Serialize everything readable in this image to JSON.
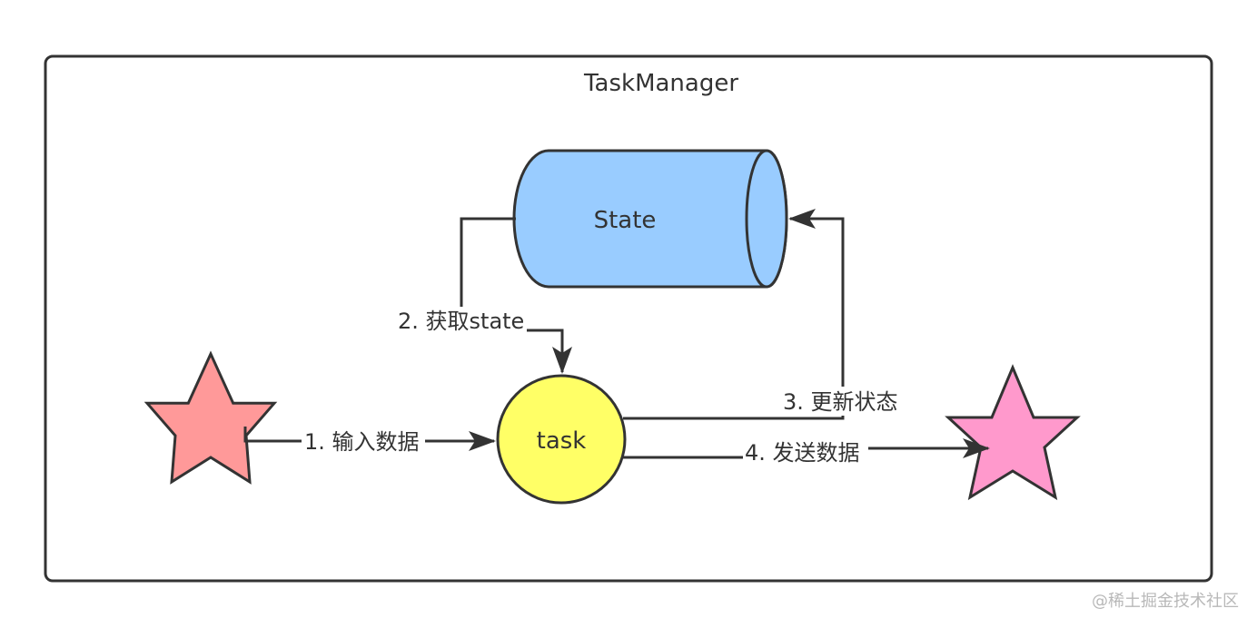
{
  "container": {
    "title": "TaskManager"
  },
  "nodes": {
    "state": {
      "label": "State",
      "fill": "#99ccff"
    },
    "task": {
      "label": "task",
      "fill": "#ffff66"
    },
    "source": {
      "fill": "#ff9999"
    },
    "sink": {
      "fill": "#ff99cc"
    }
  },
  "edges": {
    "input": {
      "label": "1. 输入数据"
    },
    "get_state": {
      "label": "2. 获取state"
    },
    "update_state": {
      "label": "3. 更新状态"
    },
    "send_data": {
      "label": "4. 发送数据"
    }
  },
  "colors": {
    "stroke": "#333333",
    "text": "#333333"
  },
  "watermark": "@稀土掘金技术社区"
}
